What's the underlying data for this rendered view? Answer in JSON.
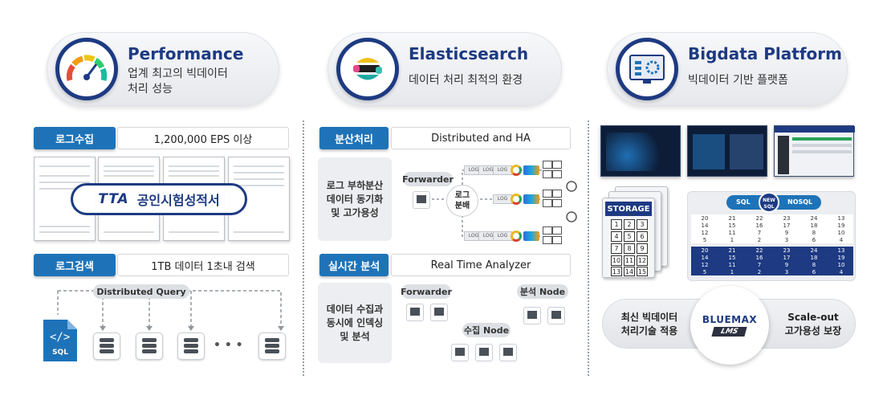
{
  "headers": [
    {
      "title": "Performance",
      "sub1": "업계 최고의 빅데이터",
      "sub2": "처리 성능"
    },
    {
      "title": "Elasticsearch",
      "sub1": "데이터 처리 최적의 환경",
      "sub2": ""
    },
    {
      "title": "Bigdata Platform",
      "sub1": "빅데이터 기반 플랫폼",
      "sub2": ""
    }
  ],
  "col1": {
    "tag1": "로그수집",
    "tag1_value": "1,200,000 EPS 이상",
    "tta_logo": "TTA",
    "tta_text": "공인시험성적서",
    "tag2": "로그검색",
    "tag2_value": "1TB 데이터 1초내 검색",
    "distributed_query": "Distributed Query",
    "sql_label": "SQL",
    "ellipsis": "• • •"
  },
  "col2": {
    "tag1": "분산처리",
    "tag1_value": "Distributed and HA",
    "box1": [
      "로그 부하분산",
      "데이터 동기화",
      "및 고가용성"
    ],
    "forwarder": "Forwarder",
    "log_dist": [
      "로그",
      "분배"
    ],
    "log_label": "LOG",
    "tag2": "실시간 분석",
    "tag2_value": "Real Time Analyzer",
    "box2": [
      "데이터 수집과",
      "동시에 인덱싱",
      "및 분석"
    ],
    "forwarder2": "Forwarder",
    "analysis_node": "분석 Node",
    "collect_node": "수집 Node"
  },
  "col3": {
    "storage": "STORAGE",
    "storage_cells": [
      "1",
      "2",
      "3",
      "4",
      "5",
      "6",
      "7",
      "8",
      "9",
      "10",
      "11",
      "12",
      "13",
      "14",
      "15"
    ],
    "sql": "SQL",
    "newsql": "NEW SQL",
    "nosql": "NOSQL",
    "table_rows": [
      [
        "20",
        "21",
        "22",
        "23",
        "24",
        "13"
      ],
      [
        "14",
        "15",
        "16",
        "17",
        "18",
        "19"
      ],
      [
        "12",
        "11",
        "7",
        "9",
        "8",
        "10"
      ],
      [
        "5",
        "1",
        "2",
        "3",
        "6",
        "4"
      ]
    ],
    "left_text": [
      "최신 빅데이터",
      "처리기술 적용"
    ],
    "right_text": [
      "Scale-out",
      "고가용성 보장"
    ],
    "bluemax": "BLUEMAX",
    "lms": "LMS"
  }
}
